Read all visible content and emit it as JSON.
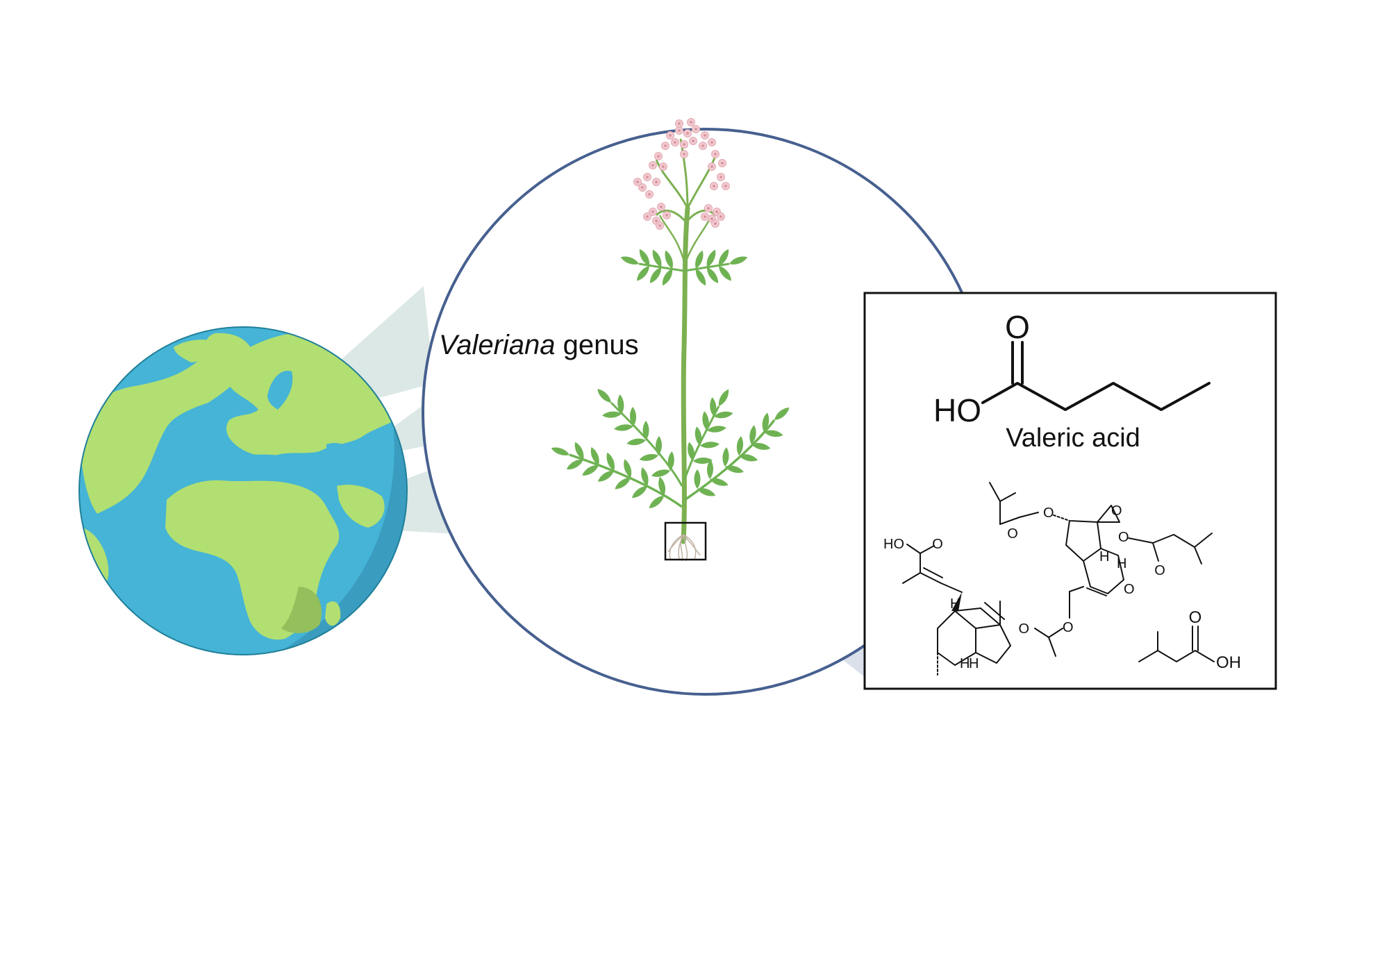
{
  "labels": {
    "genus_italic": "Valeriana",
    "genus_rest": " genus",
    "compound_name": "Valeric acid"
  },
  "atoms": {
    "oxygen": "O",
    "hydroxyl_large": "HO",
    "hydroxyl_small_left": "HO",
    "hydroxyl_small_right": "OH",
    "hydrogen": "H"
  },
  "colors": {
    "ocean": "#45b4d6",
    "land": "#b2df71",
    "ocean_shadow": "#3a9cbf",
    "land_shadow": "#93bf5c",
    "zoom_circle_border": "#46608f",
    "beam_globe": "#dbe8e6",
    "beam_root": "#dbe1eb",
    "stem": "#7cb051",
    "leaf": "#6fb253",
    "flower": "#f0c9cf",
    "root": "#bfb0a2"
  },
  "icons": {
    "globe": "earth-globe-icon",
    "plant": "valerian-plant-icon"
  }
}
